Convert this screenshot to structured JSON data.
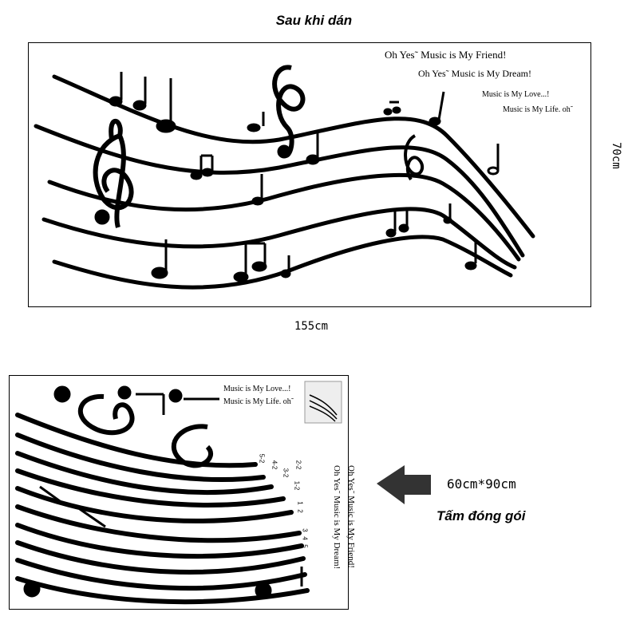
{
  "title": "Sau khi dán",
  "after": {
    "lyrics": [
      "Oh Yes˜ Music is My Friend!",
      "Oh Yes˜ Music is My Dream!",
      "Music is My Love...!",
      "Music is My Life. oh˜"
    ],
    "width_label": "155cm",
    "height_label": "70cm"
  },
  "package": {
    "lyrics_top": [
      "Music is My Love...!",
      "Music is My Life. oh˜"
    ],
    "lyrics_rotated": [
      "Oh Yes˜ Music is My Friend!",
      "Oh Yes˜ Music is My Dream!"
    ],
    "strip_codes": [
      "5-2",
      "4-2",
      "3-2",
      "2-2",
      "1-2",
      "1",
      "2",
      "3",
      "4",
      "5"
    ],
    "size_label": "60cm*90cm",
    "caption": "Tấm đóng gói"
  },
  "colors": {
    "ink": "#000000",
    "arrow": "#333333",
    "background": "#ffffff"
  }
}
